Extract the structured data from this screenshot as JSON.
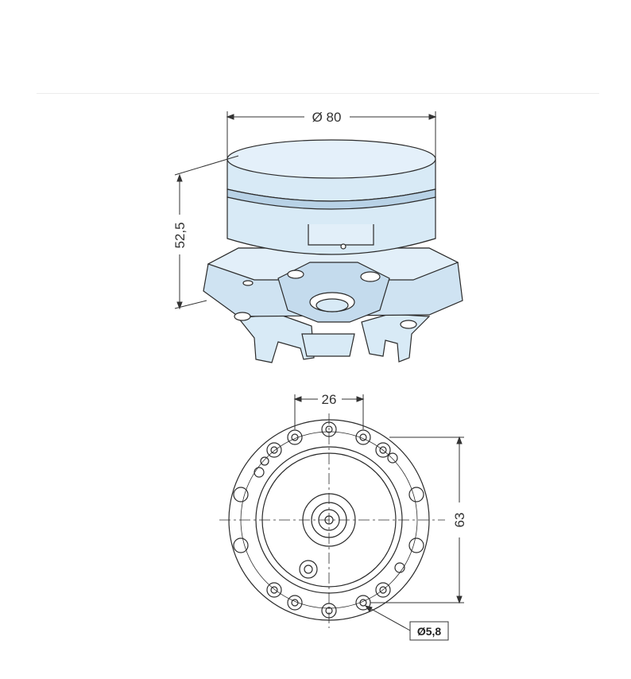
{
  "dimensions": {
    "top_diameter": "Ø 80",
    "height": "52,5",
    "bolt_spacing": "26",
    "bolt_distance": "63",
    "hole_diameter": "Ø5,8"
  },
  "colors": {
    "body_fill": "#d8eaf6",
    "body_shadow": "#b8d2e6",
    "line": "#2b2b2b",
    "dim_line": "#333333"
  }
}
